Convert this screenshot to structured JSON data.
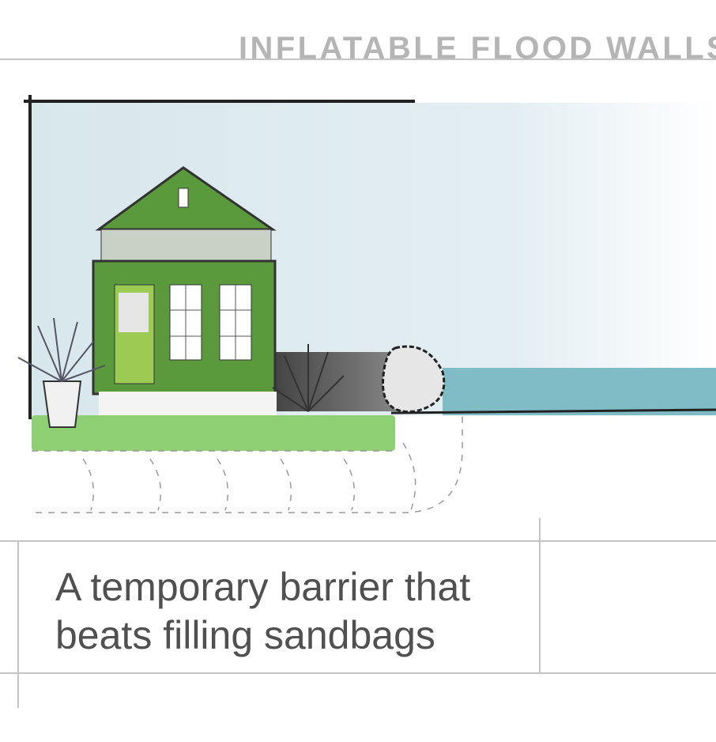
{
  "header": {
    "title": "INFLATABLE FLOOD WALLS"
  },
  "caption": {
    "line1": "A temporary barrier that",
    "line2": "beats filling sandbags"
  },
  "colors": {
    "sky": "#dce9ee",
    "house": "#5a9a3c",
    "water": "#7fbcc6",
    "lawn": "#8fcf73",
    "barrier": "#555555",
    "title": "#b5b5b5",
    "caption": "#505050"
  }
}
